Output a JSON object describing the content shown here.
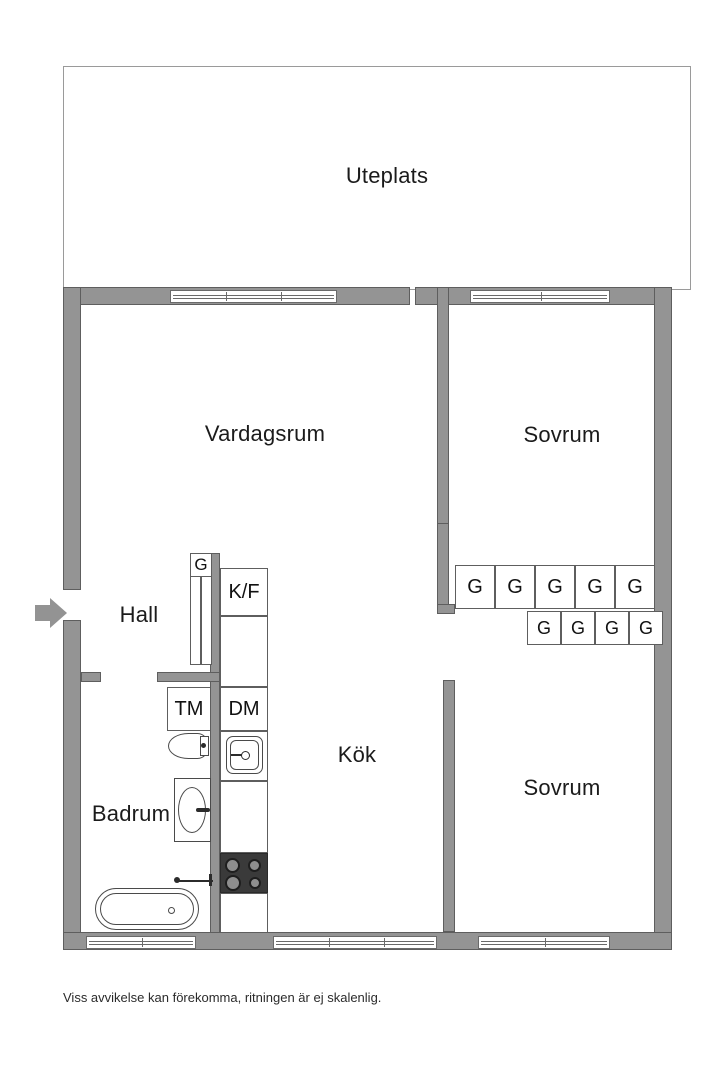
{
  "document": {
    "type": "floor-plan",
    "language": "sv",
    "footer_note": "Viss avvikelse kan förekomma, ritningen är ej skalenlig.",
    "colors": {
      "wall_fill": "#949494",
      "wall_stroke": "#5e5e5e",
      "room_fill": "#ffffff",
      "text": "#1b1b1b",
      "stove_fill": "#3a3a3a",
      "arrow": "#939393"
    }
  },
  "rooms": [
    {
      "id": "uteplats",
      "label": "Uteplats"
    },
    {
      "id": "vardagsrum",
      "label": "Vardagsrum"
    },
    {
      "id": "sovrum-upper",
      "label": "Sovrum"
    },
    {
      "id": "sovrum-lower",
      "label": "Sovrum"
    },
    {
      "id": "hall",
      "label": "Hall"
    },
    {
      "id": "kok",
      "label": "Kök"
    },
    {
      "id": "badrum",
      "label": "Badrum"
    }
  ],
  "appliances": {
    "fridge_freezer": "K/F",
    "washing_machine": "TM",
    "dishwasher": "DM"
  },
  "closets": {
    "hall_closet": "G",
    "bedroom_row_top": [
      "G",
      "G",
      "G",
      "G",
      "G"
    ],
    "bedroom_row_bottom": [
      "G",
      "G",
      "G",
      "G"
    ]
  },
  "entry": {
    "marker": "entrance-arrow"
  }
}
